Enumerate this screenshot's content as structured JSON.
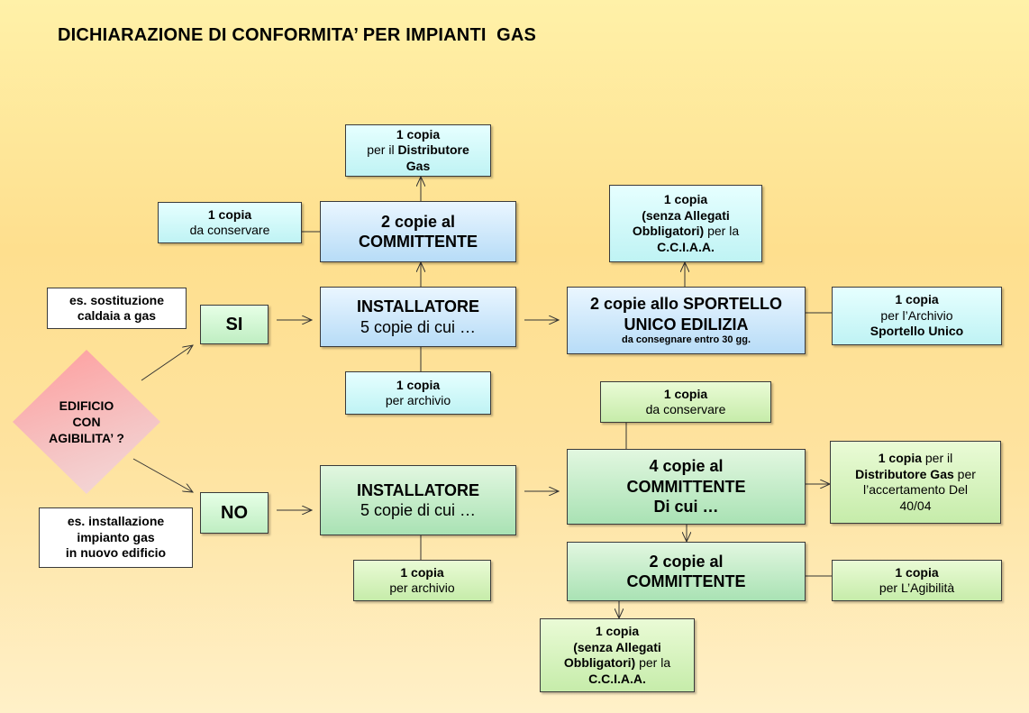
{
  "title": "DICHIARAZIONE DI CONFORMITA’ PER IMPIANTI  GAS",
  "decision": {
    "line1": "EDIFICIO",
    "line2": "CON",
    "line3": "AGIBILITA’ ?"
  },
  "yes_branch": {
    "example": {
      "line1": "es. sostituzione",
      "line2": "caldaia a gas"
    },
    "label": "SI",
    "installer": {
      "line1": "INSTALLATORE",
      "line2": "5 copie di cui …"
    },
    "archive_copy": {
      "line1": "1 copia",
      "line2": "per archivio"
    },
    "client": {
      "line1": "2 copie al",
      "line2": "COMMITTENTE"
    },
    "client_keep": {
      "line1": "1 copia",
      "line2": "da conservare"
    },
    "distributor": {
      "line1": "1 copia",
      "line2_pre": "per il ",
      "line2_bold": "Distributore",
      "line3": "Gas"
    },
    "sportello": {
      "line1": "2 copie allo SPORTELLO",
      "line2": "UNICO EDILIZIA",
      "line3": "da consegnare  entro  30  gg."
    },
    "cciaa": {
      "line1": "1 copia",
      "line2": "(senza Allegati",
      "line3_bold": "Obbligatori)",
      "line3_rest": " per la",
      "line4": "C.C.I.A.A."
    },
    "sportello_archive": {
      "line1": "1 copia",
      "line2": "per l’Archivio",
      "line3": "Sportello Unico"
    }
  },
  "no_branch": {
    "example": {
      "line1": "es. installazione",
      "line2": "impianto gas",
      "line3": "in nuovo edificio"
    },
    "label": "NO",
    "installer": {
      "line1": "INSTALLATORE",
      "line2": "5 copie di cui …"
    },
    "archive_copy": {
      "line1": "1 copia",
      "line2": "per archivio"
    },
    "client4": {
      "line1": "4 copie al",
      "line2": "COMMITTENTE",
      "line3": "Di cui …"
    },
    "client_keep": {
      "line1": "1 copia",
      "line2": "da conservare"
    },
    "distributor": {
      "line1_bold": "1 copia",
      "line1_rest": " per il",
      "line2": "Distributore Gas",
      "line2_rest": " per",
      "line3": "l’accertamento Del",
      "line4": "40/04"
    },
    "client2": {
      "line1": "2 copie al",
      "line2": "COMMITTENTE"
    },
    "agibilita": {
      "line1": "1 copia",
      "line2": "per L’Agibilità"
    },
    "cciaa": {
      "line1": "1 copia",
      "line2": "(senza Allegati",
      "line3_bold": "Obbligatori)",
      "line3_rest": " per la",
      "line4": "C.C.I.A.A."
    }
  }
}
